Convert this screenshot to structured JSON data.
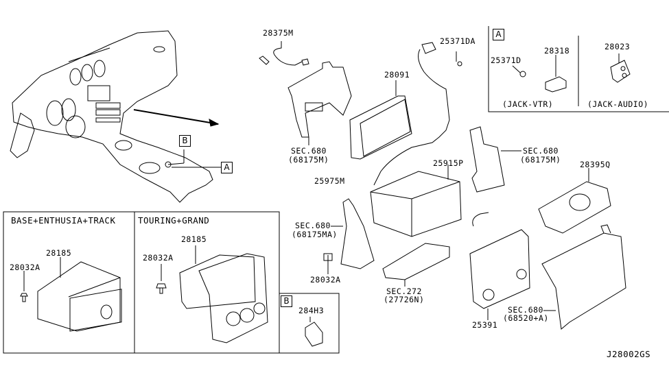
{
  "diagram": {
    "code": "J28002GS",
    "overview": {
      "callouts": [
        "B",
        "A"
      ]
    },
    "panels": {
      "base": {
        "title": "BASE+ENTHUSIA+TRACK",
        "parts": [
          "28185",
          "28032A"
        ]
      },
      "touring": {
        "title": "TOURING+GRAND",
        "parts": [
          "28185",
          "28032A"
        ]
      },
      "detail_b": {
        "callout": "B",
        "parts": [
          "284H3"
        ]
      },
      "detail_a": {
        "callout": "A",
        "left_parts": [
          "28318",
          "25371D"
        ],
        "left_caption": "(JACK-VTR)",
        "right_parts": [
          "28023"
        ],
        "right_caption": "(JACK-AUDIO)"
      }
    },
    "parts": {
      "p28375M": "28375M",
      "p25371DA": "25371DA",
      "p28091": "28091",
      "sec680a_1": "SEC.680",
      "sec680a_2": "(68175M)",
      "p25915P": "25915P",
      "p25975M": "25975M",
      "sec680b_1": "SEC.680",
      "sec680b_2": "(68175M)",
      "p28395Q": "28395Q",
      "sec680c_1": "SEC.680",
      "sec680c_2": "(68175MA)",
      "p28032A": "28032A",
      "sec272_1": "SEC.272",
      "sec272_2": "(27726N)",
      "p25391": "25391",
      "sec680d_1": "SEC.680",
      "sec680d_2": "(68520+A)"
    }
  }
}
